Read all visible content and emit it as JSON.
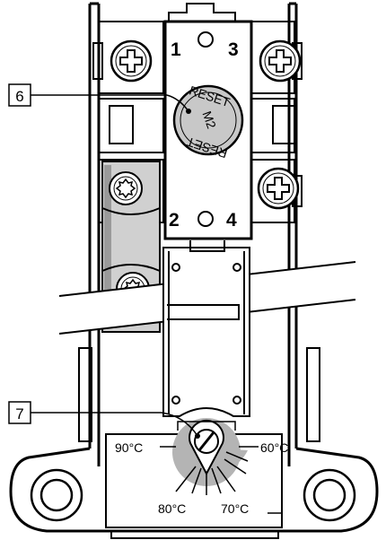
{
  "terminals": {
    "t1": "1",
    "t2": "2",
    "t3": "3",
    "t4": "4"
  },
  "reset_button": {
    "text_top": "RESET",
    "text_bottom": "RESET",
    "text_center": "M2"
  },
  "callouts": {
    "reset_callout": "6",
    "dial_callout": "7"
  },
  "dial": {
    "marks": {
      "left": "90°C",
      "right": "60°C",
      "bottom_left": "80°C",
      "bottom_right": "70°C"
    }
  },
  "colors": {
    "line": "#000000",
    "reset_fill": "#c8c8c8",
    "dial_fill": "#b4b4b4",
    "bracket_fill": "#cfcfcf"
  },
  "icons": {
    "terminal_screw": "phillips-screw-icon",
    "clamp_screw": "star-screw-icon"
  }
}
